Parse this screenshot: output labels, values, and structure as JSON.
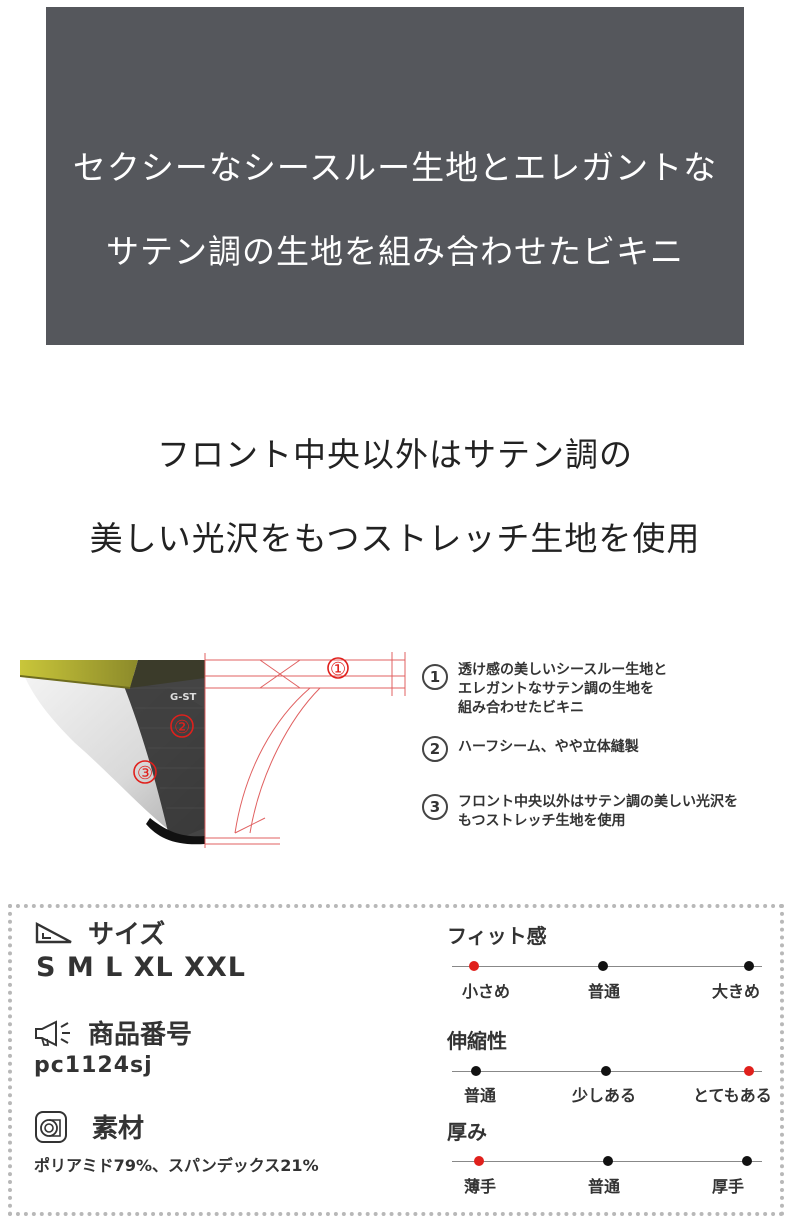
{
  "banner": {
    "line1": "セクシーなシースルー生地とエレガントな",
    "line2": "サテン調の生地を組み合わせたビキニ"
  },
  "subheading": {
    "line1": "フロント中央以外はサテン調の",
    "line2": "美しい光沢をもつストレッチ生地を使用"
  },
  "diagram": {
    "brand_text": "G-ST",
    "markers": [
      "①",
      "②",
      "③"
    ],
    "items": [
      {
        "number": "1",
        "text": "透け感の美しいシースルー生地と\nエレガントなサテン調の生地を\n組み合わせたビキニ"
      },
      {
        "number": "2",
        "text": "ハーフシーム、やや立体縫製"
      },
      {
        "number": "3",
        "text": "フロント中央以外はサテン調の美しい光沢を\nもつストレッチ生地を使用"
      }
    ]
  },
  "specs": {
    "size": {
      "label": "サイズ",
      "value": "S M L XL XXL",
      "icon": "ruler-triangle-icon"
    },
    "product_number": {
      "label": "商品番号",
      "value": "pc1124sj",
      "icon": "megaphone-icon"
    },
    "material": {
      "label": "素材",
      "value": "ポリアミド79%、スパンデックス21%",
      "icon": "fabric-roll-icon"
    }
  },
  "scales": [
    {
      "title": "フィット感",
      "labels": [
        "小さめ",
        "普通",
        "大きめ"
      ],
      "selected": 0
    },
    {
      "title": "伸縮性",
      "labels": [
        "普通",
        "少しある",
        "とてもある"
      ],
      "selected": 2
    },
    {
      "title": "厚み",
      "labels": [
        "薄手",
        "普通",
        "厚手"
      ],
      "selected": 0
    }
  ],
  "colors": {
    "banner_bg": "#55575c",
    "accent_red": "#e0201c",
    "border_dots": "#b8b8b8"
  }
}
